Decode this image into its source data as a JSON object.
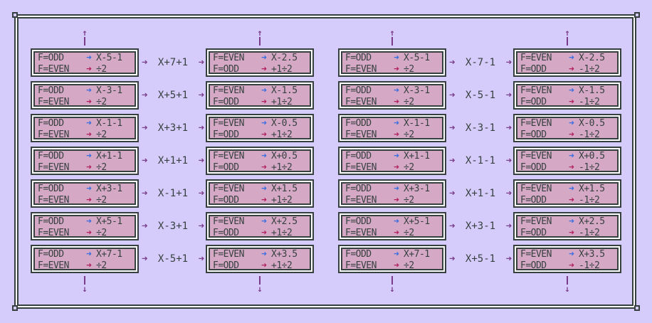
{
  "colors": {
    "background": "#d6ccfb",
    "box_fill": "#d5a9c5",
    "outline": "#36403f",
    "blue_arrow": "#3a6de0",
    "red_arrow": "#b0205e",
    "connector_arrow": "#7a3c8a"
  },
  "groups": [
    {
      "rows": [
        {
          "left": {
            "l1_cond": "F=ODD",
            "l1_op": "X-5-1",
            "l2_cond": "F=EVEN",
            "l2_op": "÷2"
          },
          "mid": "X+7+1",
          "right": {
            "l1_cond": "F=EVEN",
            "l1_op": "X-2.5",
            "l2_cond": "F=ODD",
            "l2_op": "+1÷2"
          }
        },
        {
          "left": {
            "l1_cond": "F=ODD",
            "l1_op": "X-3-1",
            "l2_cond": "F=EVEN",
            "l2_op": "÷2"
          },
          "mid": "X+5+1",
          "right": {
            "l1_cond": "F=EVEN",
            "l1_op": "X-1.5",
            "l2_cond": "F=ODD",
            "l2_op": "+1÷2"
          }
        },
        {
          "left": {
            "l1_cond": "F=ODD",
            "l1_op": "X-1-1",
            "l2_cond": "F=EVEN",
            "l2_op": "÷2"
          },
          "mid": "X+3+1",
          "right": {
            "l1_cond": "F=EVEN",
            "l1_op": "X-0.5",
            "l2_cond": "F=ODD",
            "l2_op": "+1÷2"
          }
        },
        {
          "left": {
            "l1_cond": "F=ODD",
            "l1_op": "X+1-1",
            "l2_cond": "F=EVEN",
            "l2_op": "÷2"
          },
          "mid": "X+1+1",
          "right": {
            "l1_cond": "F=EVEN",
            "l1_op": "X+0.5",
            "l2_cond": "F=ODD",
            "l2_op": "+1÷2"
          }
        },
        {
          "left": {
            "l1_cond": "F=ODD",
            "l1_op": "X+3-1",
            "l2_cond": "F=EVEN",
            "l2_op": "÷2"
          },
          "mid": "X-1+1",
          "right": {
            "l1_cond": "F=EVEN",
            "l1_op": "X+1.5",
            "l2_cond": "F=ODD",
            "l2_op": "+1÷2"
          }
        },
        {
          "left": {
            "l1_cond": "F=ODD",
            "l1_op": "X+5-1",
            "l2_cond": "F=EVEN",
            "l2_op": "÷2"
          },
          "mid": "X-3+1",
          "right": {
            "l1_cond": "F=EVEN",
            "l1_op": "X+2.5",
            "l2_cond": "F=ODD",
            "l2_op": "+1÷2"
          }
        },
        {
          "left": {
            "l1_cond": "F=ODD",
            "l1_op": "X+7-1",
            "l2_cond": "F=EVEN",
            "l2_op": "÷2"
          },
          "mid": "X-5+1",
          "right": {
            "l1_cond": "F=EVEN",
            "l1_op": "X+3.5",
            "l2_cond": "F=ODD",
            "l2_op": "+1÷2"
          }
        }
      ]
    },
    {
      "rows": [
        {
          "left": {
            "l1_cond": "F=ODD",
            "l1_op": "X-5-1",
            "l2_cond": "F=EVEN",
            "l2_op": "÷2"
          },
          "mid": "X-7-1",
          "right": {
            "l1_cond": "F=EVEN",
            "l1_op": "X-2.5",
            "l2_cond": "F=ODD",
            "l2_op": "-1÷2"
          }
        },
        {
          "left": {
            "l1_cond": "F=ODD",
            "l1_op": "X-3-1",
            "l2_cond": "F=EVEN",
            "l2_op": "÷2"
          },
          "mid": "X-5-1",
          "right": {
            "l1_cond": "F=EVEN",
            "l1_op": "X-1.5",
            "l2_cond": "F=ODD",
            "l2_op": "-1÷2"
          }
        },
        {
          "left": {
            "l1_cond": "F=ODD",
            "l1_op": "X-1-1",
            "l2_cond": "F=EVEN",
            "l2_op": "÷2"
          },
          "mid": "X-3-1",
          "right": {
            "l1_cond": "F=EVEN",
            "l1_op": "X-0.5",
            "l2_cond": "F=ODD",
            "l2_op": "-1÷2"
          }
        },
        {
          "left": {
            "l1_cond": "F=ODD",
            "l1_op": "X+1-1",
            "l2_cond": "F=EVEN",
            "l2_op": "÷2"
          },
          "mid": "X-1-1",
          "right": {
            "l1_cond": "F=EVEN",
            "l1_op": "X+0.5",
            "l2_cond": "F=ODD",
            "l2_op": "-1÷2"
          }
        },
        {
          "left": {
            "l1_cond": "F=ODD",
            "l1_op": "X+3-1",
            "l2_cond": "F=EVEN",
            "l2_op": "÷2"
          },
          "mid": "X+1-1",
          "right": {
            "l1_cond": "F=EVEN",
            "l1_op": "X+1.5",
            "l2_cond": "F=ODD",
            "l2_op": "-1÷2"
          }
        },
        {
          "left": {
            "l1_cond": "F=ODD",
            "l1_op": "X+5-1",
            "l2_cond": "F=EVEN",
            "l2_op": "÷2"
          },
          "mid": "X+3-1",
          "right": {
            "l1_cond": "F=EVEN",
            "l1_op": "X+2.5",
            "l2_cond": "F=ODD",
            "l2_op": "-1÷2"
          }
        },
        {
          "left": {
            "l1_cond": "F=ODD",
            "l1_op": "X+7-1",
            "l2_cond": "F=EVEN",
            "l2_op": "÷2"
          },
          "mid": "X+5-1",
          "right": {
            "l1_cond": "F=EVEN",
            "l1_op": "X+3.5",
            "l2_cond": "F=ODD",
            "l2_op": "-1÷2"
          }
        }
      ]
    }
  ],
  "glyphs": {
    "arrow_right": "➜",
    "arrow_up": "↑",
    "arrow_down": "↓"
  }
}
